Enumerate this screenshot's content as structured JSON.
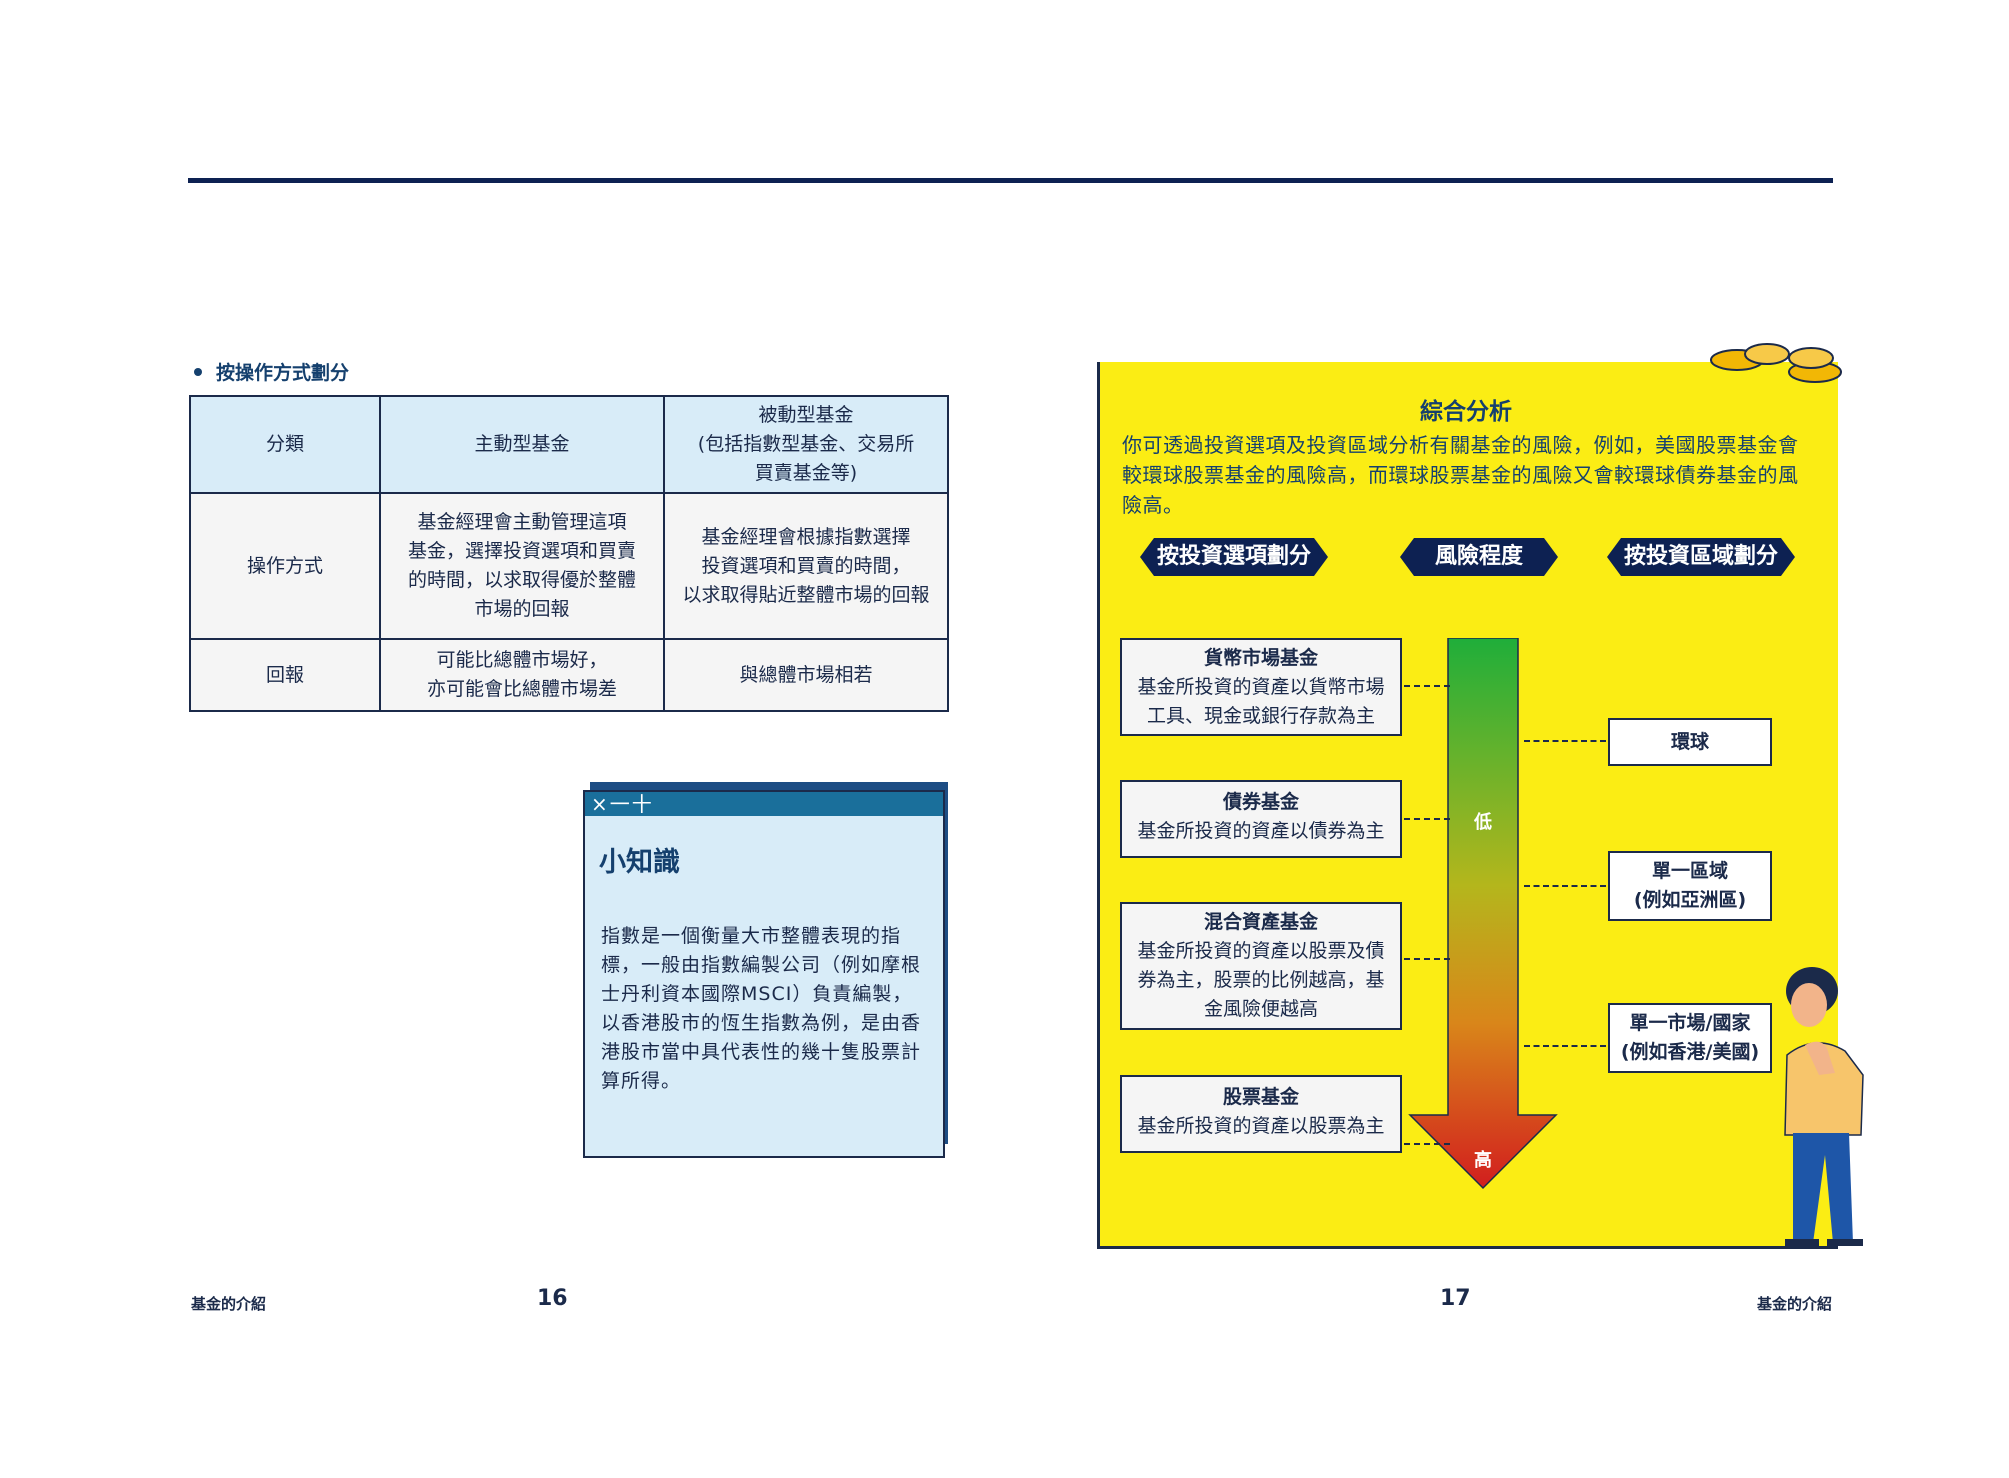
{
  "left_page": {
    "section_title": "按操作方式劃分",
    "table": {
      "headers": [
        "分類",
        "主動型基金",
        "被動型基金\n(包括指數型基金、交易所\n買賣基金等)"
      ],
      "rows": [
        [
          "操作方式",
          "基金經理會主動管理這項\n基金，選擇投資選項和買賣\n的時間，以求取得優於整體\n市場的回報",
          "基金經理會根據指數選擇\n投資選項和買賣的時間，\n以求取得貼近整體市場的回報"
        ],
        [
          "回報",
          "可能比總體市場好，\n亦可能會比總體市場差",
          "與總體市場相若"
        ]
      ]
    },
    "tips": {
      "window_controls": "×一十",
      "title": "小知識",
      "text": "指數是一個衡量大市整體表現的指標，一般由指數編製公司（例如摩根士丹利資本國際MSCI）負責編製，以香港股市的恆生指數為例，是由香港股市當中具代表性的幾十隻股票計算所得。"
    },
    "footer_title": "基金的介紹",
    "page_number": "16"
  },
  "right_page": {
    "title": "綜合分析",
    "intro": "你可透過投資選項及投資區域分析有關基金的風險，例如，美國股票基金會較環球股票基金的風險高，而環球股票基金的風險又會較環球債券基金的風險高。",
    "headers": {
      "by_option": "按投資選項劃分",
      "risk": "風險程度",
      "by_region": "按投資區域劃分"
    },
    "fund_types": [
      {
        "title": "貨幣市場基金",
        "desc": "基金所投資的資產以貨幣市場\n工具、現金或銀行存款為主"
      },
      {
        "title": "債券基金",
        "desc": "基金所投資的資產以債券為主"
      },
      {
        "title": "混合資產基金",
        "desc": "基金所投資的資產以股票及債\n券為主，股票的比例越高，基\n金風險便越高"
      },
      {
        "title": "股票基金",
        "desc": "基金所投資的資產以股票為主"
      }
    ],
    "risk_low": "低",
    "risk_high": "高",
    "regions": [
      {
        "line1": "環球",
        "line2": ""
      },
      {
        "line1": "單一區域",
        "line2": "(例如亞洲區)"
      },
      {
        "line1": "單一市場/國家",
        "line2": "(例如香港/美國)"
      }
    ],
    "footer_title": "基金的介紹",
    "page_number": "17"
  },
  "colors": {
    "navy": "#0d2152",
    "panel_yellow": "#fbed14",
    "light_blue": "#d8ecf8",
    "arrow_top": "#1fae3a",
    "arrow_bottom": "#d21e1e"
  }
}
